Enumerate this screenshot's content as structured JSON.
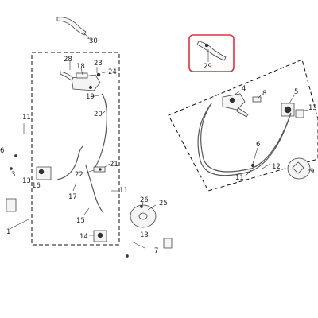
{
  "callouts": {
    "c1": "1",
    "c4": "4",
    "c5": "5",
    "c6a": "6",
    "c6b": "6",
    "c7": "7",
    "c8": "8",
    "c9": "9",
    "c11a": "11",
    "c11b": "11",
    "c11c": "11",
    "c12": "12",
    "c13a": "13",
    "c13b": "13",
    "c13c": "13",
    "c14": "14",
    "c15": "15",
    "c16": "16",
    "c17": "17",
    "c18": "18",
    "c19": "19",
    "c20": "20",
    "c21": "21",
    "c22": "22",
    "c23": "23",
    "c24": "24",
    "c25": "25",
    "c26": "26",
    "c28": "28",
    "c29": "29",
    "c30": "30",
    "c3": "3"
  },
  "colors": {
    "highlight": "#e03040",
    "ink": "#222222"
  }
}
